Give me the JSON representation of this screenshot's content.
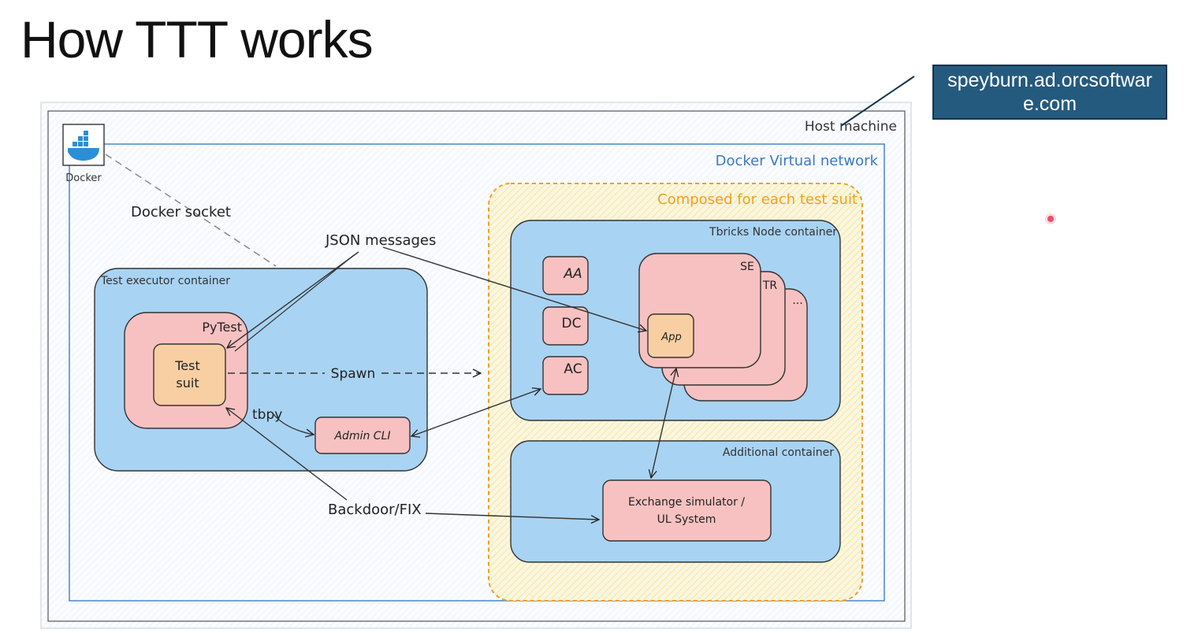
{
  "slide": {
    "title": "How TTT works"
  },
  "callout": {
    "text": "speyburn.ad.orcsoftware.com"
  },
  "colors": {
    "network_border": "#4a86c8",
    "container_fill": "#a9d3f3",
    "box_fill": "#f7c1c1",
    "inner_fill": "#f8cfa3",
    "compose_border": "#f0a022",
    "callout_fill": "#245a7e"
  },
  "diagram": {
    "host_label": "Host machine",
    "network_label": "Docker Virtual network",
    "docker_label": "Docker",
    "docker_socket_label": "Docker socket",
    "json_label": "JSON messages",
    "compose_label": "Composed for each test suit",
    "tbricks_label": "Tbricks Node container",
    "test_exec_label": "Test executor container",
    "pytest_label": "PyTest",
    "test_suit_line1": "Test",
    "test_suit_line2": "suit",
    "spawn_label": "Spawn",
    "tbpy_label": "tbpy",
    "admin_cli_label": "Admin CLI",
    "aa_label": "AA",
    "dc_label": "DC",
    "ac_label": "AC",
    "se_label": "SE",
    "tr_label": "TR",
    "more_label": "...",
    "app_label": "App",
    "additional_label": "Additional container",
    "exchange_line1": "Exchange simulator /",
    "exchange_line2": "UL System",
    "backdoor_label": "Backdoor/FIX"
  }
}
